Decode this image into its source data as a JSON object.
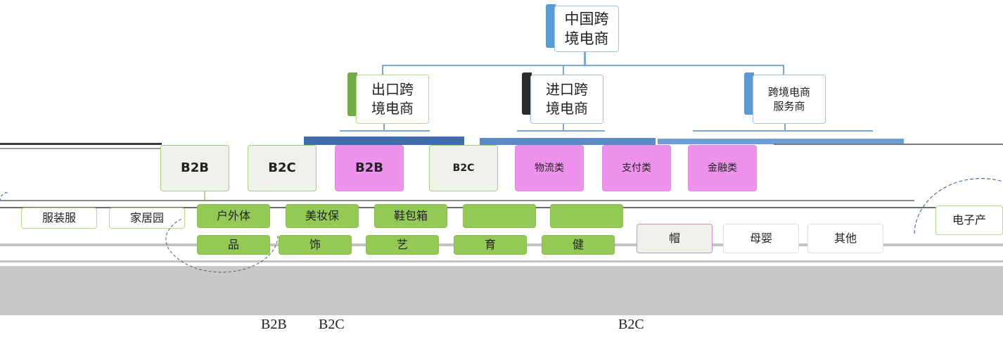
{
  "root": {
    "label": "中国跨\n境电商"
  },
  "level1": [
    {
      "label": "出口跨\n境电商"
    },
    {
      "label": "进口跨\n境电商"
    },
    {
      "label": "跨境电商\n服务商"
    }
  ],
  "level2": [
    {
      "label": "B2B"
    },
    {
      "label": "B2C"
    },
    {
      "label": "B2B"
    },
    {
      "label": "B2C"
    },
    {
      "label": "物流类"
    },
    {
      "label": "支付类"
    },
    {
      "label": "金融类"
    }
  ],
  "level3": [
    {
      "top": "服装服",
      "bottom": ""
    },
    {
      "top": "家居园",
      "bottom": ""
    },
    {
      "top": "户外体",
      "bottom": "品"
    },
    {
      "top": "美妆保",
      "bottom": "饰"
    },
    {
      "top": "鞋包箱",
      "bottom": "艺"
    },
    {
      "top": "",
      "bottom": "育"
    },
    {
      "top": "",
      "bottom": "健"
    },
    {
      "top": "",
      "bottom": "帽"
    },
    {
      "top": "",
      "bottom": "母婴"
    },
    {
      "top": "",
      "bottom": "其他"
    },
    {
      "top": "电子产",
      "bottom": ""
    }
  ],
  "captions": [
    "B2B",
    "B2C",
    "B2C"
  ],
  "colors": {
    "blue": "#5b9bd5",
    "green": "#70ad47",
    "pink": "#ee92ee",
    "dark": "#2b2b2b"
  }
}
